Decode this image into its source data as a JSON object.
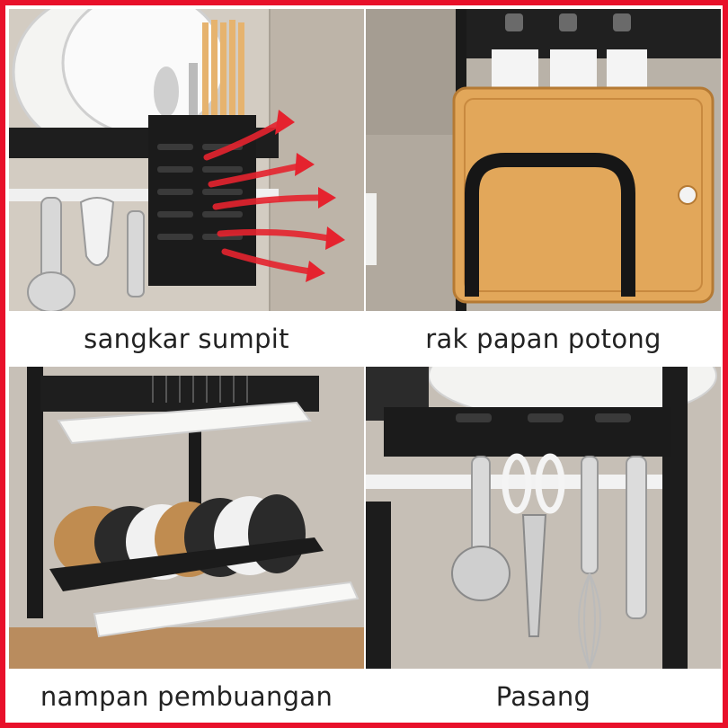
{
  "panels": [
    {
      "caption": "sangkar sumpit",
      "photo": "chopstick-cage-photo"
    },
    {
      "caption": "rak papan potong",
      "photo": "cutting-board-rack-photo"
    },
    {
      "caption": "nampan pembuangan",
      "photo": "drain-tray-photo"
    },
    {
      "caption": "Pasang",
      "photo": "hanging-hooks-photo"
    }
  ],
  "colors": {
    "border": "#e8102a",
    "metal": "#1c1c1c",
    "wood": "#e2a75a",
    "tile": "#c9c3bb",
    "arrow": "#e5232e"
  }
}
